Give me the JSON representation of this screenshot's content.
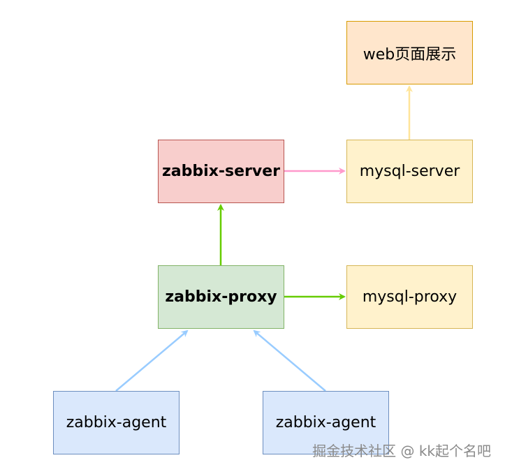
{
  "nodes": {
    "web": {
      "label": "web页面展示",
      "fill": "#ffe6cc",
      "stroke": "#d79b00"
    },
    "zabbix_server": {
      "label": "zabbix-server",
      "fill": "#f8cecc",
      "stroke": "#b85450"
    },
    "mysql_server": {
      "label": "mysql-server",
      "fill": "#fff2cc",
      "stroke": "#d6b656"
    },
    "zabbix_proxy": {
      "label": "zabbix-proxy",
      "fill": "#d5e8d4",
      "stroke": "#82b366"
    },
    "mysql_proxy": {
      "label": "mysql-proxy",
      "fill": "#fff2cc",
      "stroke": "#d6b656"
    },
    "agent_left": {
      "label": "zabbix-agent",
      "fill": "#dae8fc",
      "stroke": "#6c8ebf"
    },
    "agent_right": {
      "label": "zabbix-agent",
      "fill": "#dae8fc",
      "stroke": "#6c8ebf"
    }
  },
  "edges": [
    {
      "from": "mysql-server",
      "to": "web页面展示",
      "color": "#ffe599"
    },
    {
      "from": "zabbix-server",
      "to": "mysql-server",
      "color": "#ff99cc"
    },
    {
      "from": "zabbix-proxy",
      "to": "zabbix-server",
      "color": "#66cc00"
    },
    {
      "from": "zabbix-proxy",
      "to": "mysql-proxy",
      "color": "#66cc00"
    },
    {
      "from": "zabbix-agent",
      "to": "zabbix-proxy",
      "color": "#99ccff"
    },
    {
      "from": "zabbix-agent",
      "to": "zabbix-proxy",
      "color": "#99ccff"
    }
  ],
  "watermark": "掘金技术社区 @ kk起个名吧"
}
